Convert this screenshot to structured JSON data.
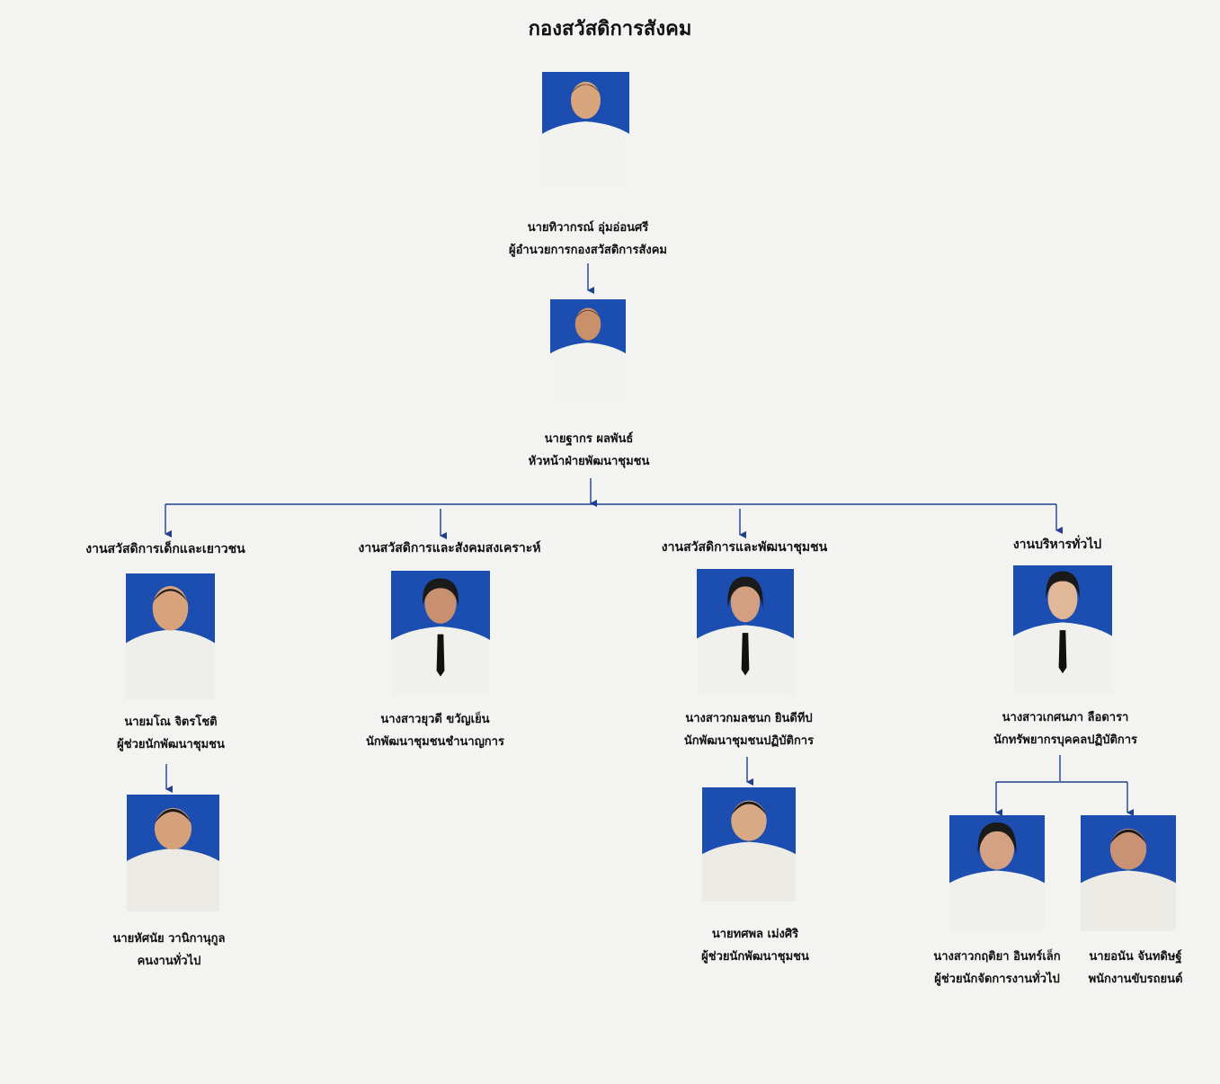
{
  "title": "กองสวัสดิการสังคม",
  "colors": {
    "photo_bg": "#1c4db0",
    "connector": "#1f3f8f"
  },
  "director": {
    "name": "นายทิวากรณ์  อุ่มอ่อนศรี",
    "position": "ผู้อำนวยการกองสวัสดิการสังคม"
  },
  "head": {
    "name": "นายฐากร  ผลพันธ์",
    "position": "หัวหน้าฝ่ายพัฒนาชุมชน"
  },
  "sections": [
    {
      "title": "งานสวัสดิการเด็กและเยาวชน",
      "staff": [
        {
          "name": "นายมโณ   จิตรโชติ",
          "position": "ผู้ช่วยนักพัฒนาชุมชน"
        },
        {
          "name": "นายหัศนัย  วานิกานุกูล",
          "position": "คนงานทั่วไป"
        }
      ]
    },
    {
      "title": "งานสวัสดิการและสังคมสงเคราะห์",
      "staff": [
        {
          "name": "นางสาวยุวดี   ขวัญเย็น",
          "position": "นักพัฒนาชุมชนชำนาญการ"
        }
      ]
    },
    {
      "title": "งานสวัสดิการและพัฒนาชุมชน",
      "staff": [
        {
          "name": "นางสาวกมลชนก  ยินดีทีป",
          "position": "นักพัฒนาชุมชนปฏิบัติการ"
        },
        {
          "name": "นายทศพล   เม่งศิริ",
          "position": "ผู้ช่วยนักพัฒนาชุมชน"
        }
      ]
    },
    {
      "title": "งานบริหารทั่วไป",
      "staff": [
        {
          "name": "นางสาวเกศนภา   ลือดารา",
          "position": "นักทรัพยากรบุคคลปฏิบัติการ"
        },
        {
          "name": "นางสาวกฤติยา  อินทร์เล็ก",
          "position": "ผู้ช่วยนักจัดการงานทั่วไป"
        },
        {
          "name": "นายอนัน  จันทดิษฐ์",
          "position": "พนักงานขับรถยนต์"
        }
      ]
    }
  ]
}
